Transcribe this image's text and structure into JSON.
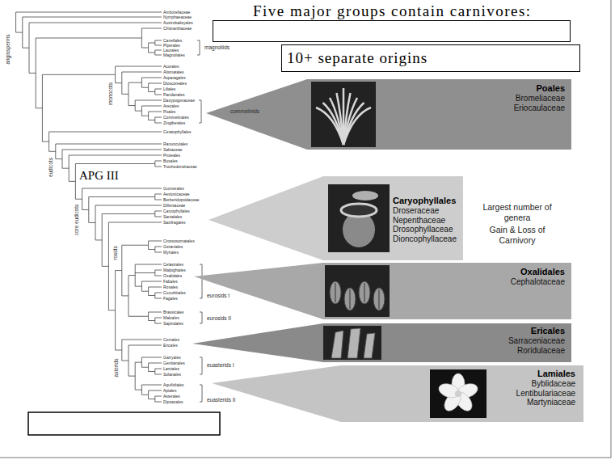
{
  "diagram": {
    "nodes": [
      {
        "text": [
          "Five major groups contain carnivores:"
        ]
      },
      {
        "text": [
          "10+ separate origins"
        ]
      },
      {
        "text": [
          "Poales",
          "Bromeliaceae Eriocaulaceae"
        ]
      },
      {
        "text": [
          "Caryophyllales",
          "Droseraceae Nepenthaceae Drosophyllaceae Dioncophyllaceae"
        ]
      },
      {
        "text": [
          "Oxalidales",
          "Cephalotaceae"
        ]
      },
      {
        "text": [
          "Ericales",
          "Sarraceniaceae Roridulaceae"
        ]
      },
      {
        "text": [
          "Lamiales",
          "Byblidaceae Lentibulariaceae Martyniaceae"
        ]
      }
    ],
    "labels": [
      "Amborellaceae",
      "Nymphaeaceae",
      "Austrobaileyales",
      "Chloranthaceae",
      "Canellales",
      "Piperales",
      "Laurales",
      "Magnoliales",
      "Acorales",
      "Alismatales",
      "Asparagales",
      "Dioscoreales",
      "Liliales",
      "Pandanales",
      "Dasypogonaceae",
      "Arecales",
      "Poales",
      "Commelinales",
      "Zingiberales",
      "Ceratophyllales",
      "Ranunculales",
      "Sabiaceae",
      "Proteales",
      "Buxales",
      "Trochodendraceae",
      "Gunnerales",
      "Aextoxicaceae",
      "Berberidopsidaceae",
      "Dilleniaceae",
      "Caryophyllales",
      "Santalales",
      "Saxifragales",
      "Crossosomatales",
      "Geraniales",
      "Myrtales",
      "Celastrales",
      "Malpighiales",
      "Oxalidales",
      "Fabales",
      "Rosales",
      "Cucurbitales",
      "Fagales",
      "Brassicales",
      "Malvales",
      "Sapindales",
      "Cornales",
      "Ericales",
      "Garryales",
      "Gentianales",
      "Lamiales",
      "Solanales",
      "Aquifoliales",
      "Apiales",
      "Asterales",
      "Dipsacales",
      "angiosperms",
      "magnoliids",
      "monocots",
      "commelinids",
      "eudicots",
      "core eudicots",
      "rosids",
      "eurosids I",
      "eurosids II",
      "asterids",
      "euasterids I",
      "euasterids II",
      "APG III",
      "Largest number of genera",
      "Gain & Loss of Carnivory"
    ]
  }
}
